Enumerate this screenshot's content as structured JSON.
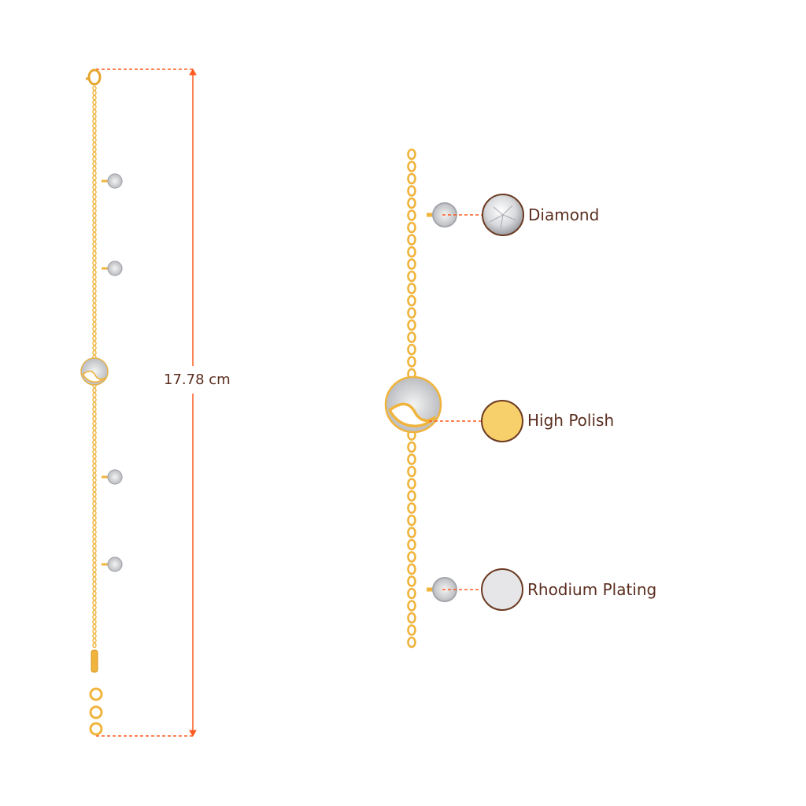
{
  "dimension": {
    "length_label": "17.78 cm"
  },
  "materials": [
    {
      "label": "Diamond",
      "swatch": "diamond"
    },
    {
      "label": "High Polish",
      "swatch": "#f7cf6b"
    },
    {
      "label": "Rhodium Plating",
      "swatch": "#e6e6e8"
    }
  ],
  "colors": {
    "gold": "#f0b43c",
    "gold_dark": "#d9961f",
    "silver": "#c9cbd0",
    "annotation": "#ff5a1f",
    "text": "#5a2e1f"
  }
}
